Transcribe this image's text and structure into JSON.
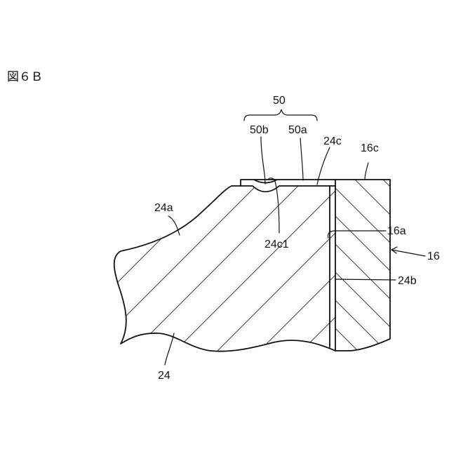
{
  "figure": {
    "title": "図６Ｂ",
    "labels": {
      "l50": "50",
      "l50b": "50b",
      "l50a": "50a",
      "l24c": "24c",
      "l16c": "16c",
      "l24a": "24a",
      "l24c1": "24c1",
      "l16a": "16a",
      "l16": "16",
      "l24b": "24b",
      "l24": "24"
    }
  }
}
